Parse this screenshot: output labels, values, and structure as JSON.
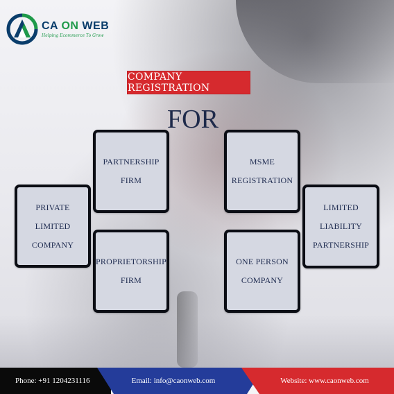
{
  "brand": {
    "name_part1": "CA ",
    "name_part2": "ON",
    "name_part3": " WEB",
    "tagline": "Helping Ecommerce To Grow",
    "colors": {
      "navy": "#0a3d6b",
      "green": "#1f9a4a"
    }
  },
  "heading": {
    "banner": "COMPANY REGISTRATION",
    "for": "FOR",
    "banner_color": "#d62a2e"
  },
  "cards": {
    "partnership": "PARTNERSHIP\nFIRM",
    "msme": "MSME\nREGISTRATION",
    "private_limited": "PRIVATE LIMITED\nCOMPANY",
    "llp": "LIMITED\nLIABILITY\nPARTNERSHIP",
    "proprietorship": "PROPRIETORSHIP\nFIRM",
    "one_person": "ONE PERSON\nCOMPANY"
  },
  "footer": {
    "phone": "Phone:  +91 1204231116",
    "email": "Email:  info@caonweb.com",
    "website": "Website: www.caonweb.com",
    "colors": {
      "black": "#0a0a0a",
      "blue": "#243c9a",
      "red": "#d62a2e"
    }
  }
}
